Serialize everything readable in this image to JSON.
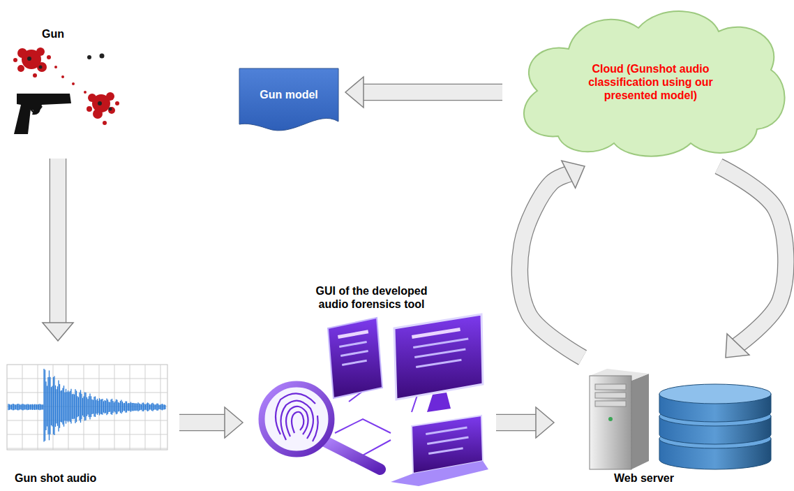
{
  "diagram": {
    "nodes": [
      {
        "text": [
          "Gun model"
        ]
      },
      {
        "text": [
          "Cloud (Gunshot audio classification using our presented model)"
        ]
      },
      {
        "text": [
          "Gun"
        ]
      },
      {
        "text": [
          "Gun shot audio"
        ]
      },
      {
        "text": [
          "GUI of the developed audio forensics tool"
        ]
      },
      {
        "text": [
          "Web server"
        ]
      }
    ],
    "edges": [
      {
        "from": 2,
        "to": 3,
        "arrow": "to"
      },
      {
        "from": 3,
        "to": 4,
        "arrow": "to"
      },
      {
        "from": 4,
        "to": 5,
        "arrow": "to"
      },
      {
        "from": 5,
        "to": 1,
        "arrow": "to"
      },
      {
        "from": 1,
        "to": 5,
        "arrow": "to"
      },
      {
        "from": 1,
        "to": 0,
        "arrow": "to"
      }
    ]
  }
}
